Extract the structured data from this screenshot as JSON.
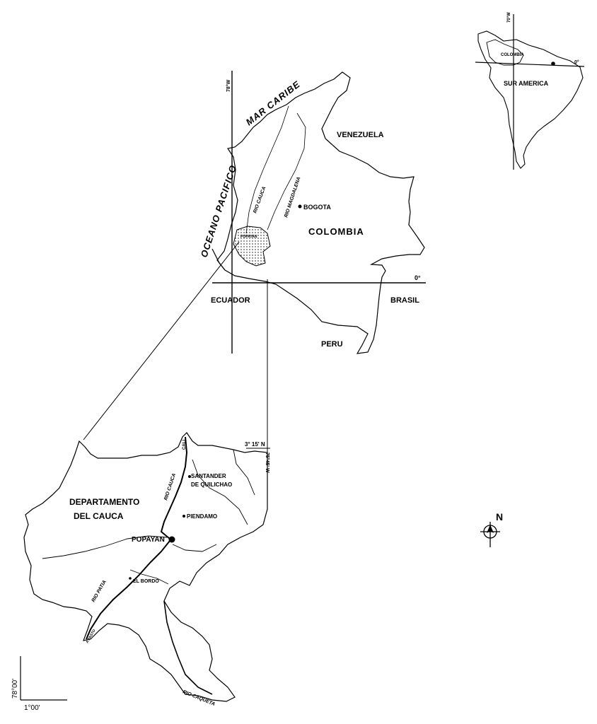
{
  "labels": {
    "mar_caribe": "MAR CARIBE",
    "oceano_pacifico": "OCEANO PACIFICO",
    "venezuela": "VENEZUELA",
    "bogota": "BOGOTA",
    "colombia": "COLOMBIA",
    "rio_cauca": "RIO CAUCA",
    "rio_magdalena": "RIO MAGDALENA",
    "popayan_small": "POPAYAN",
    "ecuador": "ECUADOR",
    "brasil": "BRASIL",
    "peru": "PERU",
    "lon_78w": "78°W",
    "lat_0": "0°",
    "inset_lon_70w": "70°W",
    "inset_colombia": "COLOMBIA",
    "inset_sur_america": "SUR AMERICA",
    "inset_lat_0": "0°",
    "north": "N",
    "departamento": "DEPARTAMENTO",
    "del_cauca": "DEL CAUCA",
    "santander_1": "SANTANDER",
    "santander_2": "DE QUILICHAO",
    "piendamo": "PIENDAMO",
    "popayan": "POPAYAN",
    "el_bordo": "EL BORDO",
    "rio_cauca_dept": "RIO CAUCA",
    "rio_patia": "RIO PATIA",
    "rio_caqueta": "RIO CAQUETA",
    "a_pasto": "A PASTO",
    "cali": "CALI",
    "lat_3_15": "3° 15' N",
    "lon_75_45": "75°45' W",
    "scale_lon": "78°00'",
    "scale_lat": "1°00'"
  }
}
